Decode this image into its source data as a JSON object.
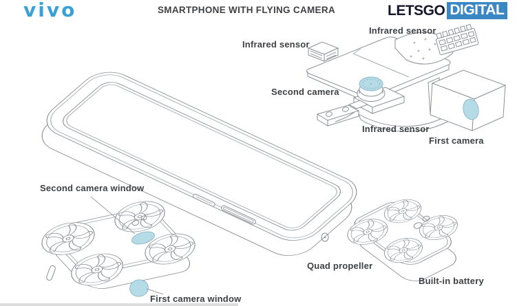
{
  "header": {
    "brand": "vivo",
    "title": "SMARTPHONE WITH FLYING CAMERA",
    "publisher_primary": "LETSGO",
    "publisher_secondary": "DIGITAL"
  },
  "labels": {
    "infrared_sensor_left": "Infrared sensor",
    "infrared_sensor_top": "Infrared sensor",
    "infrared_sensor_bottom": "Infrared sensor",
    "second_camera": "Second camera",
    "first_camera": "First camera",
    "second_camera_window": "Second camera window",
    "first_camera_window": "First camera window",
    "quad_propeller": "Quad propeller",
    "built_in_battery": "Built-in battery"
  },
  "colors": {
    "vivo_blue": "#3aa1d8",
    "badge_blue": "#3b87c4",
    "publisher_ink": "#15152b",
    "label_ink": "#3e4043",
    "line_gray": "#8b9096",
    "accent_fill": "#b5dbe6",
    "accent_stroke": "#8fb9c9"
  }
}
